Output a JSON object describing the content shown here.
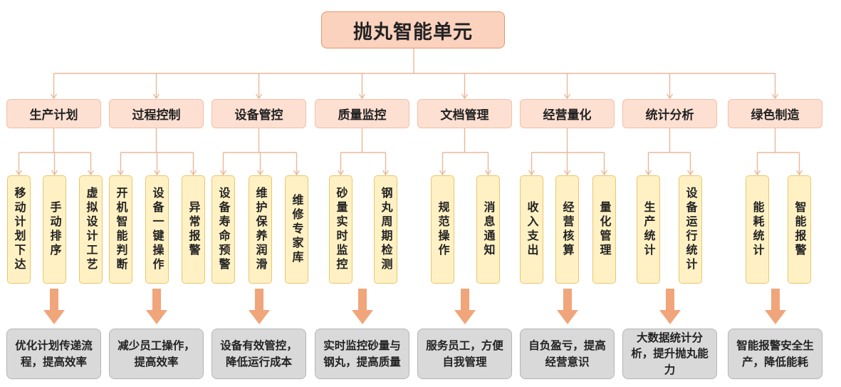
{
  "root": {
    "label": "抛丸智能单元"
  },
  "categories": [
    {
      "label": "生产计划",
      "items": [
        "移动计划下达",
        "手动排序",
        "虚拟设计工艺"
      ],
      "outcome": "优化计划传递流程，提高效率"
    },
    {
      "label": "过程控制",
      "items": [
        "开机智能判断",
        "设备一键操作",
        "异常报警"
      ],
      "outcome": "减少员工操作，提高效率"
    },
    {
      "label": "设备管控",
      "items": [
        "设备寿命预警",
        "维护保养润滑",
        "维修专家库"
      ],
      "outcome": "设备有效管控，降低运行成本"
    },
    {
      "label": "质量监控",
      "items": [
        "砂量实时监控",
        "钢丸周期检测"
      ],
      "outcome": "实时监控砂量与钢丸，提高质量"
    },
    {
      "label": "文档管理",
      "items": [
        "规范操作",
        "消息通知"
      ],
      "outcome": "服务员工，方便自我管理"
    },
    {
      "label": "经营量化",
      "items": [
        "收入支出",
        "经营核算",
        "量化管理"
      ],
      "outcome": "自负盈亏，提高经营意识"
    },
    {
      "label": "统计分析",
      "items": [
        "生产统计",
        "设备运行统计"
      ],
      "outcome": "大数据统计分析，提升抛丸能力"
    },
    {
      "label": "绿色制造",
      "items": [
        "能耗统计",
        "智能报警"
      ],
      "outcome": "智能报警安全生产，降低能耗"
    }
  ],
  "colors": {
    "root_fill": "#fbd2be",
    "category_fill": "#fde0d1",
    "item_fill": "#fff1c4",
    "outcome_fill": "#d9d9d9",
    "connector": "#e9b89a",
    "arrow": "#f0a57a"
  }
}
